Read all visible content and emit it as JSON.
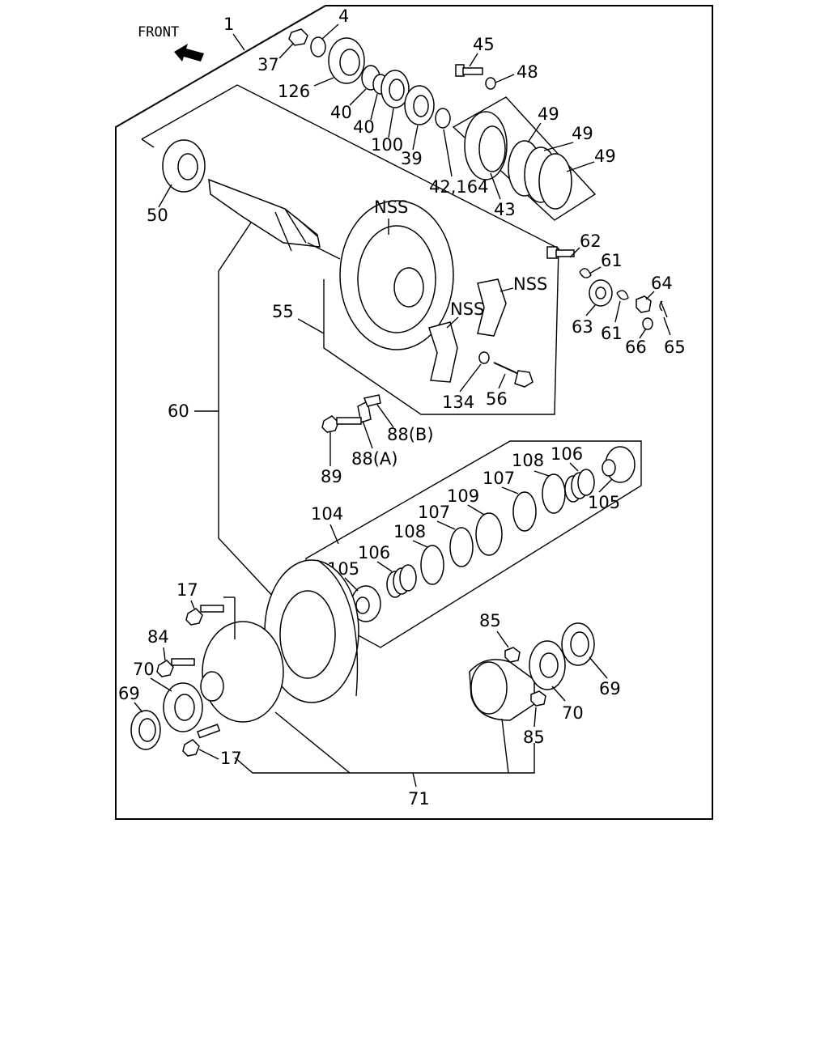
{
  "front_label": "FRONT",
  "parts": {
    "p1": "1",
    "p4": "4",
    "p37": "37",
    "p126": "126",
    "p40a": "40",
    "p40b": "40",
    "p100": "100",
    "p39": "39",
    "p42": "42,164",
    "p43": "43",
    "p45": "45",
    "p48": "48",
    "p49a": "49",
    "p49b": "49",
    "p49c": "49",
    "p50": "50",
    "nss1": "NSS",
    "nss2": "NSS",
    "nss3": "NSS",
    "p55": "55",
    "p60": "60",
    "p62": "62",
    "p61a": "61",
    "p61b": "61",
    "p63": "63",
    "p64": "64",
    "p66": "66",
    "p65": "65",
    "p134": "134",
    "p56": "56",
    "p88b": "88(B)",
    "p88a": "88(A)",
    "p89": "89",
    "p104": "104",
    "p105a": "105",
    "p106a": "106",
    "p108a": "108",
    "p107a": "107",
    "p109": "109",
    "p107b": "107",
    "p108b": "108",
    "p106b": "106",
    "p105b": "105",
    "p17a": "17",
    "p84": "84",
    "p70a": "70",
    "p69a": "69",
    "p17b": "17",
    "p85a": "85",
    "p69b": "69",
    "p70b": "70",
    "p85b": "85",
    "p71": "71"
  }
}
